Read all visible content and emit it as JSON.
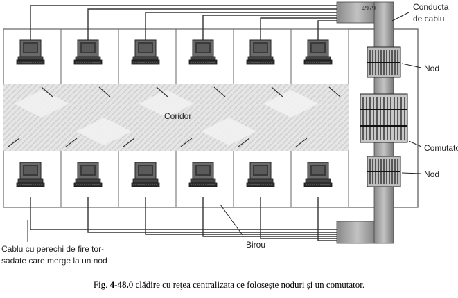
{
  "labels": {
    "top_number": "4979",
    "conduit": "Conducta",
    "conduit_line2": "de cablu",
    "node_top": "Nod",
    "switch": "Comutator",
    "node_bottom": "Nod",
    "corridor": "Coridor",
    "office": "Birou",
    "cable_line1": "Cablu cu perechi de fire tor-",
    "cable_line2": "sadate care merge la un nod"
  },
  "caption": {
    "prefix": "Fig. ",
    "number": "4-48.",
    "text": "0 clădire cu reţea centralizata ce foloseşte noduri şi un comutator."
  },
  "offices": {
    "top_row_count": 6,
    "bottom_row_count": 6
  }
}
